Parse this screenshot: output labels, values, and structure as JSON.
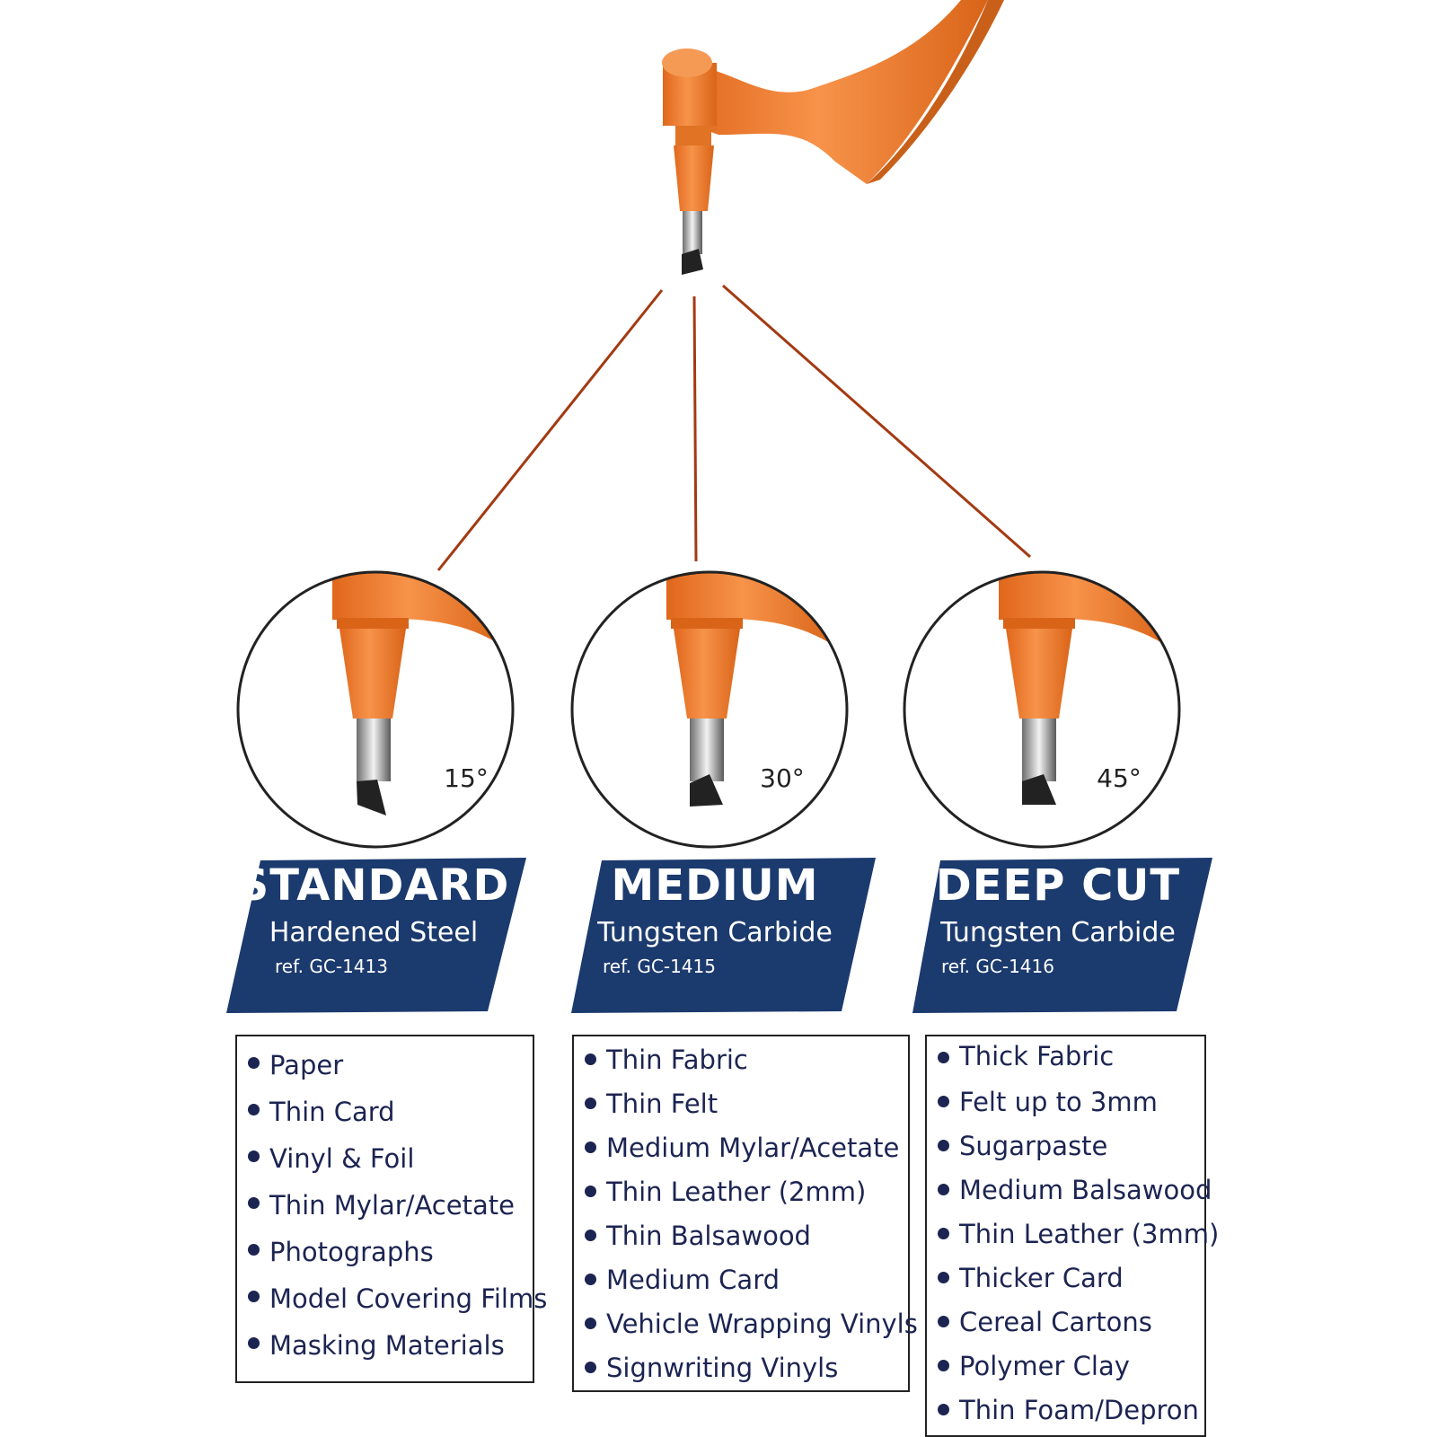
{
  "colors": {
    "orange": "#f07f2b",
    "orange_dark": "#c9601a",
    "navy": "#1b3a6e",
    "leader_line": "#a33a12",
    "list_text": "#1c2452"
  },
  "tool": {
    "icon": "blade-holder-icon"
  },
  "blades": [
    {
      "angle": "15°",
      "title": "STANDARD",
      "material": "Hardened Steel",
      "ref": "ref. GC-1413",
      "materials": [
        "Paper",
        "Thin Card",
        "Vinyl & Foil",
        "Thin Mylar/Acetate",
        "Photographs",
        "Model Covering Films",
        "Masking Materials"
      ]
    },
    {
      "angle": "30°",
      "title": "MEDIUM",
      "material": "Tungsten Carbide",
      "ref": "ref. GC-1415",
      "materials": [
        "Thin Fabric",
        "Thin Felt",
        "Medium Mylar/Acetate",
        "Thin Leather (2mm)",
        "Thin Balsawood",
        "Medium Card",
        "Vehicle Wrapping Vinyls",
        "Signwriting Vinyls"
      ]
    },
    {
      "angle": "45°",
      "title": "DEEP CUT",
      "material": "Tungsten Carbide",
      "ref": "ref. GC-1416",
      "materials": [
        "Thick Fabric",
        "Felt up to 3mm",
        "Sugarpaste",
        "Medium Balsawood",
        "Thin Leather (3mm)",
        "Thicker Card",
        "Cereal Cartons",
        "Polymer Clay",
        "Thin Foam/Depron"
      ]
    }
  ]
}
